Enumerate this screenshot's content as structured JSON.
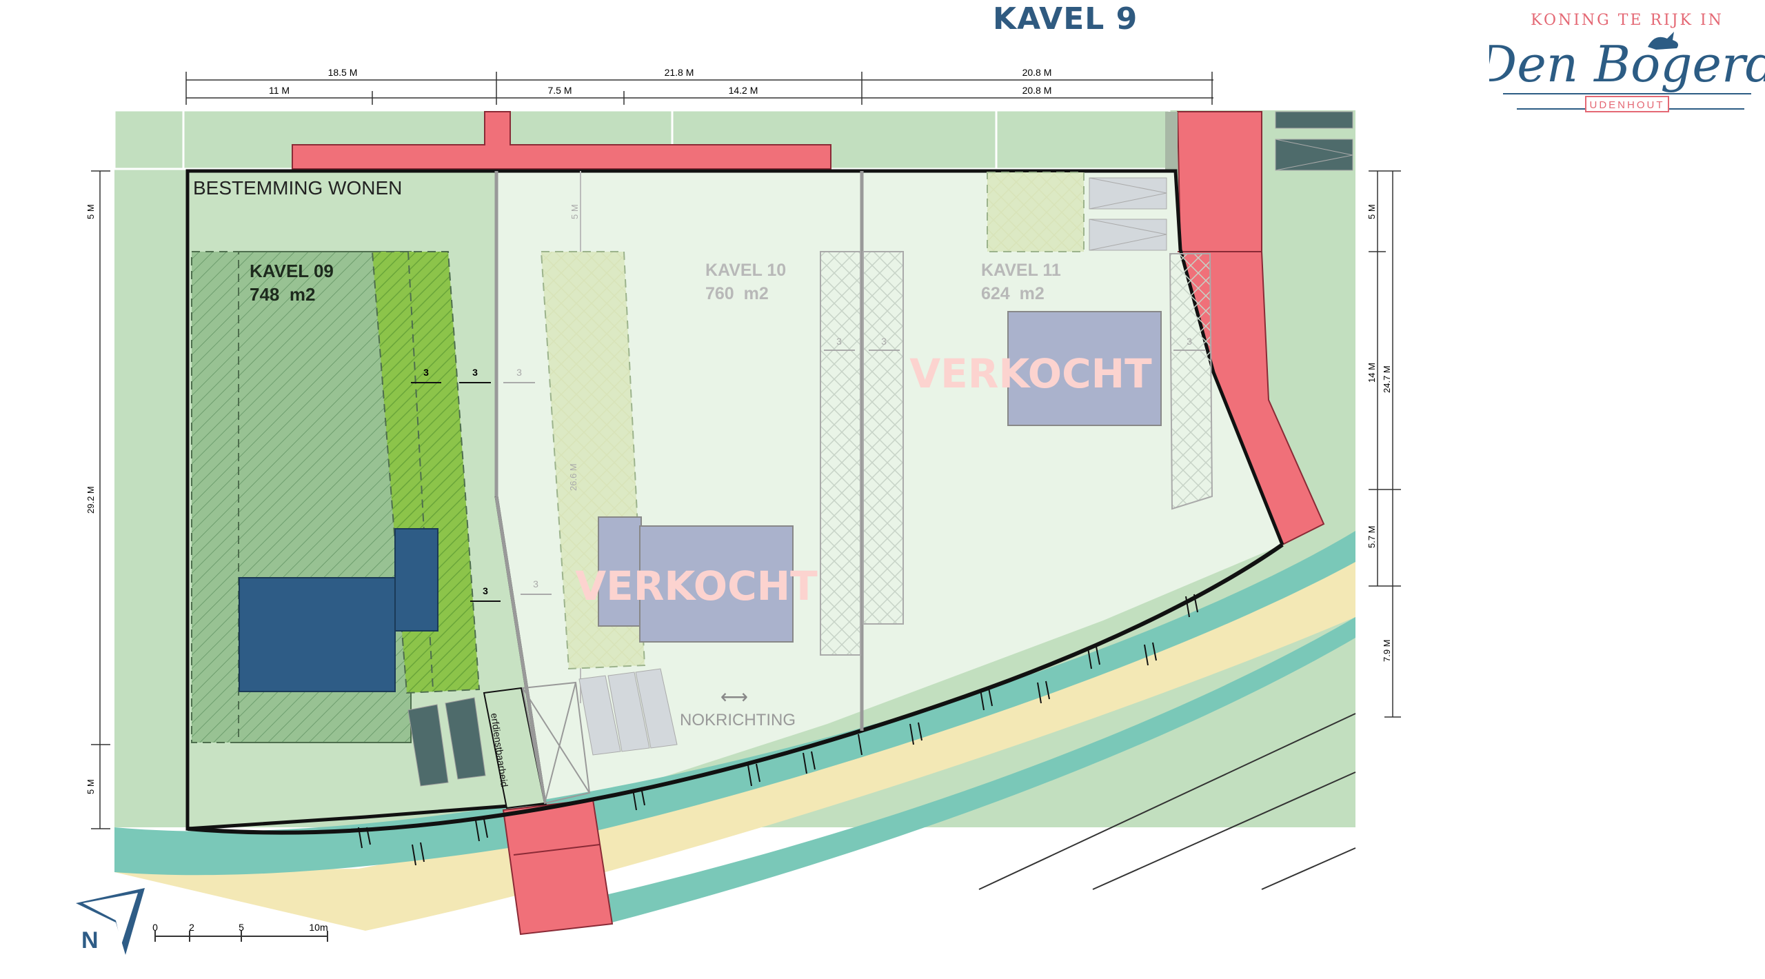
{
  "page_title": "KAVEL 9",
  "logo": {
    "tagline": "KONING TE RIJK IN",
    "name": "Den Bogerd",
    "place": "UDENHOUT"
  },
  "dimensions": {
    "top_row_1": [
      "18.5 M",
      "21.8 M",
      "20.8 M"
    ],
    "top_row_2": [
      "11 M",
      "7.5 M",
      "14.2 M",
      "20.8 M"
    ],
    "left": [
      "5 M",
      "29.2 M",
      "5 M"
    ],
    "right_inner": [
      "5 M",
      "14 M",
      "5.7 M"
    ],
    "right_outer": [
      "24.7 M",
      "7.9 M"
    ],
    "inner_gaps": [
      "3",
      "3",
      "3",
      "3",
      "3",
      "3",
      "3",
      "3"
    ],
    "inner_vertical": [
      "5 M",
      "26.6 M"
    ]
  },
  "zone_label": "BESTEMMING WONEN",
  "lots": [
    {
      "name": "KAVEL 09",
      "area": "748  m2"
    },
    {
      "name": "KAVEL 10",
      "area": "760  m2",
      "status": "VERKOCHT"
    },
    {
      "name": "KAVEL 11",
      "area": "624  m2",
      "status": "VERKOCHT"
    }
  ],
  "easement_label": "erfdienstbaarheid",
  "ridge_direction": {
    "arrow": "⟷",
    "label": "NOKRICHTING"
  },
  "north": "N",
  "scale": [
    "0",
    "2",
    "5",
    "10m"
  ],
  "colors": {
    "lot09_building": "#2e5c86",
    "road": "#f07079",
    "sidewalk": "#7ac8b8",
    "path": "#f3e8b5",
    "sold_building": "#aab2cc",
    "sold_text": "#fcd3cf",
    "grass": "#c2dfbf",
    "title": "#2f5a80"
  }
}
